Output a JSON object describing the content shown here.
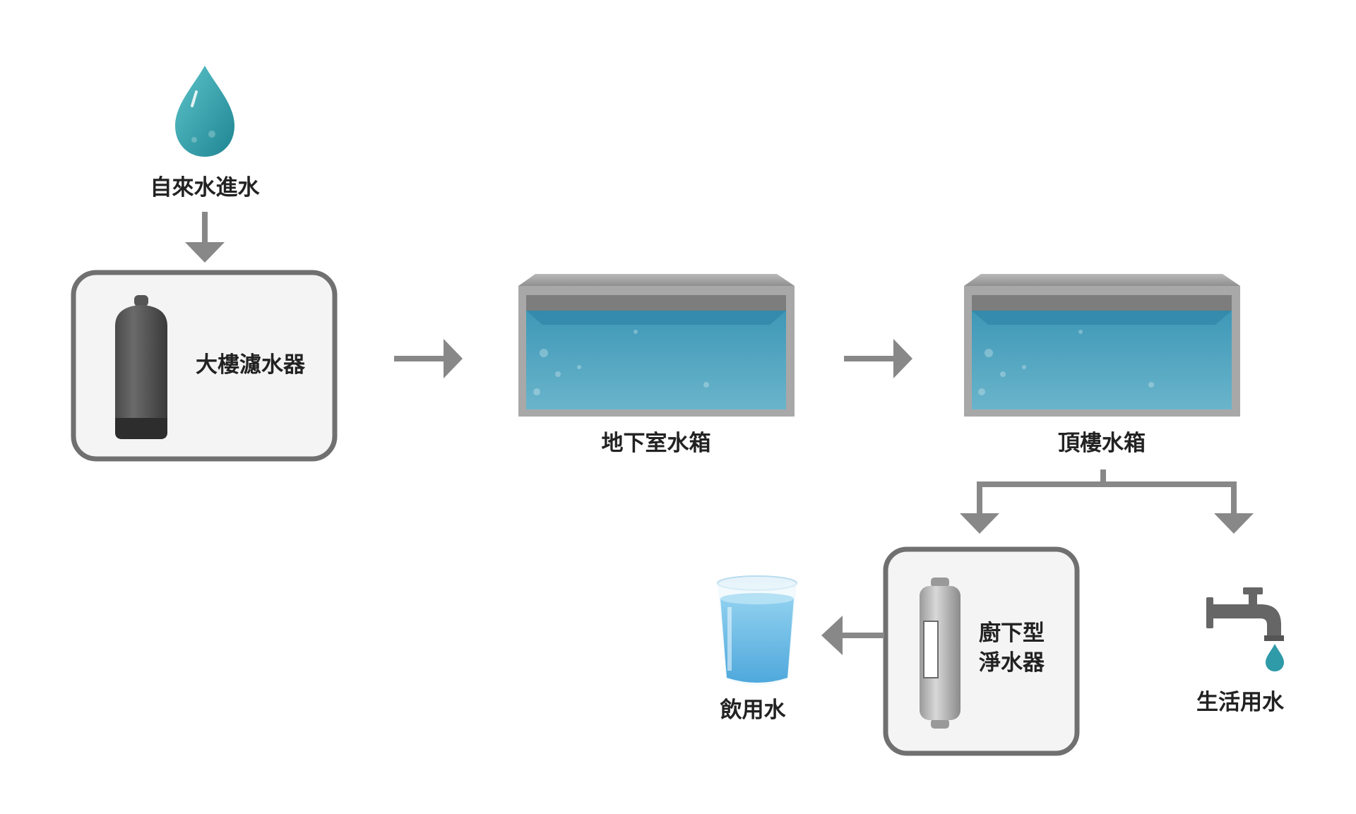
{
  "diagram": {
    "nodes": {
      "tap_water": {
        "label": "自來水進水",
        "icon": "water-drop-icon"
      },
      "building_filter": {
        "label": "大樓濾水器",
        "icon": "filter-tank-icon"
      },
      "basement_tank": {
        "label": "地下室水箱",
        "icon": "water-tank-icon"
      },
      "rooftop_tank": {
        "label": "頂樓水箱",
        "icon": "water-tank-icon"
      },
      "under_sink_purifier": {
        "label": "廚下型\n淨水器",
        "icon": "cartridge-filter-icon"
      },
      "drinking_water": {
        "label": "飲用水",
        "icon": "water-glass-icon"
      },
      "domestic_water": {
        "label": "生活用水",
        "icon": "faucet-icon"
      }
    },
    "colors": {
      "arrow": "#888888",
      "box_border": "#707070",
      "box_fill": "#f4f4f4",
      "water": "#4aa3c0",
      "drop": "#2f9aa8",
      "tank_frame": "#a8a8a8"
    }
  }
}
